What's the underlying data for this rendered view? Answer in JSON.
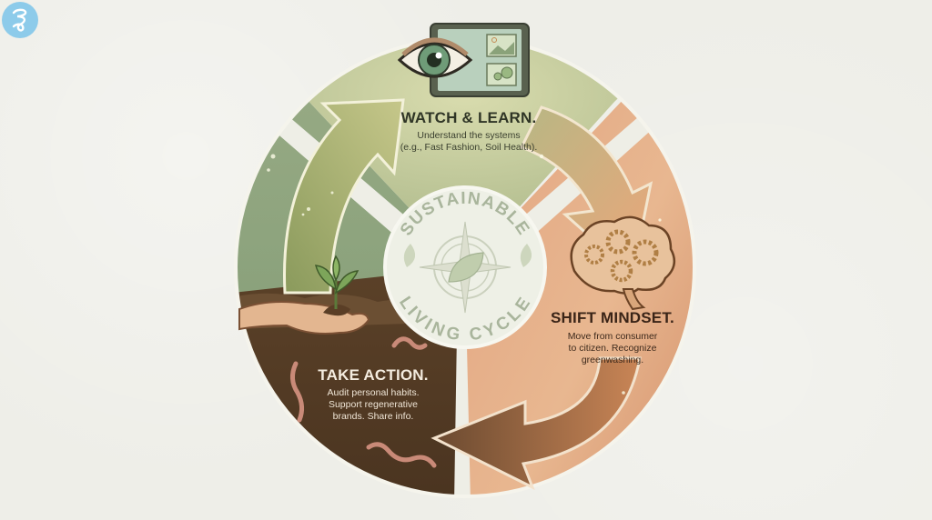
{
  "logo": {
    "icon": "script-g-logo-icon",
    "color": "#8dcbea"
  },
  "diagram": {
    "center": {
      "title_top": "SUSTAINABLE",
      "title_bottom": "LIVING CYCLE",
      "icon": "compass-leaf-icon"
    },
    "stages": [
      {
        "id": "watch",
        "title": "WATCH & LEARN.",
        "description_line1": "Understand the systems",
        "description_line2": "(e.g., Fast Fashion, Soil Health).",
        "icon": "eye-tablet-icon",
        "color": "#b9c494"
      },
      {
        "id": "shift",
        "title": "SHIFT MINDSET.",
        "description_line1": "Move from consumer",
        "description_line2": "to citizen. Recognize",
        "description_line3": "greenwashing.",
        "icon": "brain-gears-icon",
        "color": "#dea27c"
      },
      {
        "id": "take",
        "title": "TAKE ACTION.",
        "description_line1": "Audit personal habits.",
        "description_line2": "Support regenerative",
        "description_line3": "brands. Share info.",
        "icon": "hand-seedling-icon",
        "color": "#5a4330"
      }
    ]
  }
}
